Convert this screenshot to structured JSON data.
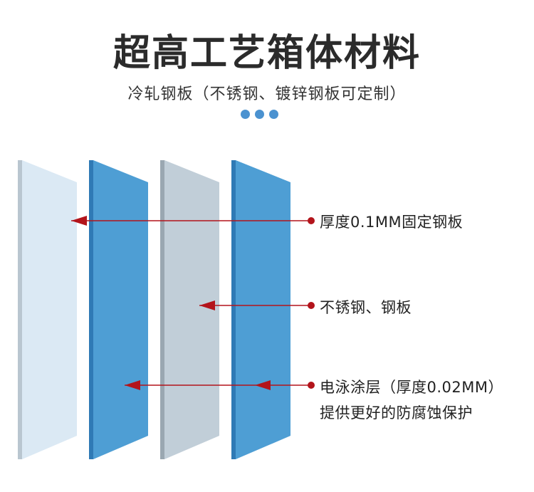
{
  "header": {
    "title": "超高工艺箱体材料",
    "subtitle": "冷轧钢板（不锈钢、镀锌钢板可定制）"
  },
  "layers": [
    {
      "name": "front-panel",
      "color": "#dbe9f4"
    },
    {
      "name": "blue-panel-1",
      "color": "#4e9ed4"
    },
    {
      "name": "grey-panel",
      "color": "#c1ced8"
    },
    {
      "name": "blue-panel-2",
      "color": "#4e9ed4"
    }
  ],
  "callouts": [
    {
      "text": "厚度0.1MM固定钢板"
    },
    {
      "text": "不锈钢、钢板"
    },
    {
      "text_line1": "电泳涂层（厚度0.02MM）",
      "text_line2": "提供更好的防腐蚀保护"
    }
  ],
  "colors": {
    "accent": "#4b92d0",
    "arrow": "#b3141b"
  }
}
